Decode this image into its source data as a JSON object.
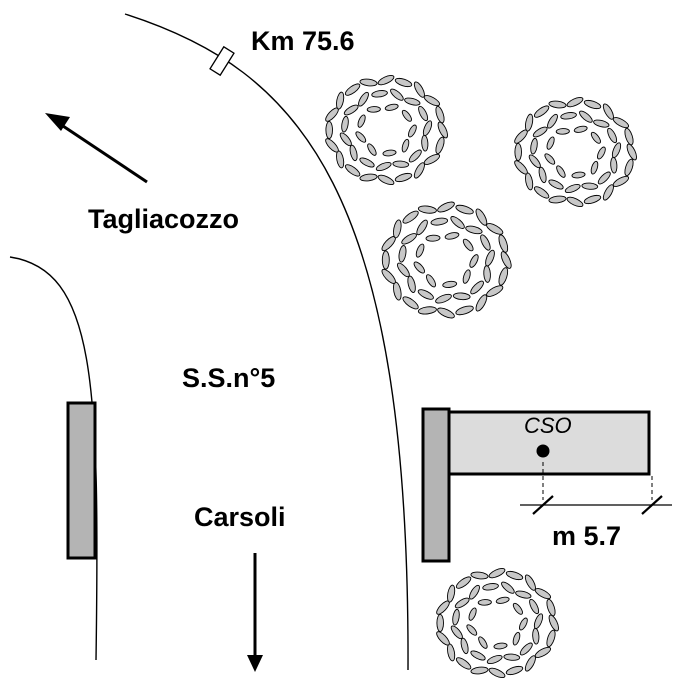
{
  "labels": {
    "km_marker": "Km 75.6",
    "direction_north": "Tagliacozzo",
    "road_name": "S.S.n°5",
    "direction_south": "Carsoli",
    "station_code": "CSO",
    "distance": "m 5.7"
  },
  "colors": {
    "line": "#000000",
    "bar_fill": "#b4b4b4",
    "station_fill": "#dcdcdc",
    "tree_fill": "#c8c8c8",
    "background": "#ffffff"
  },
  "icons": [
    "arrow-up-left-icon",
    "arrow-down-icon",
    "tree-icon",
    "station-point-icon",
    "km-post-icon"
  ]
}
